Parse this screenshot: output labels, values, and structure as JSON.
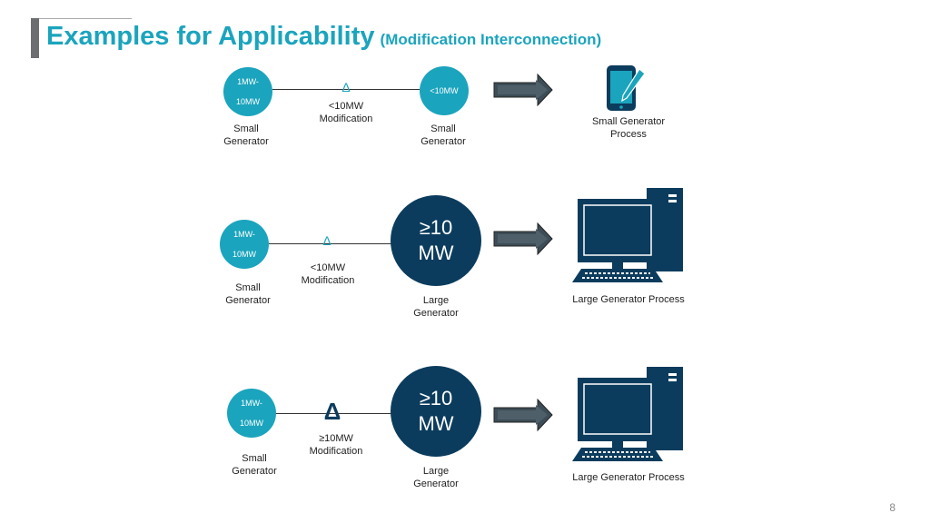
{
  "title": {
    "main": "Examples for Applicability",
    "sub": "(Modification Interconnection)"
  },
  "rows": [
    {
      "left_circle": {
        "line1": "1MW-",
        "line2": "10MW"
      },
      "left_label": {
        "line1": "Small",
        "line2": "Generator"
      },
      "mod_label": {
        "line1": "<10MW",
        "line2": "Modification"
      },
      "right_circle": {
        "line1": "<10MW",
        "line2": ""
      },
      "right_label": {
        "line1": "Small",
        "line2": "Generator"
      },
      "process": {
        "line1": "Small Generator",
        "line2": "Process"
      },
      "process_icon": "tablet-icon"
    },
    {
      "left_circle": {
        "line1": "1MW-",
        "line2": "10MW"
      },
      "left_label": {
        "line1": "Small",
        "line2": "Generator"
      },
      "mod_label": {
        "line1": "<10MW",
        "line2": "Modification"
      },
      "right_circle": {
        "line1": "≥10",
        "line2": "MW"
      },
      "right_label": {
        "line1": "Large",
        "line2": "Generator"
      },
      "process": {
        "line1": "Large Generator Process",
        "line2": ""
      },
      "process_icon": "desktop-computer-icon"
    },
    {
      "left_circle": {
        "line1": "1MW-",
        "line2": "10MW"
      },
      "left_label": {
        "line1": "Small",
        "line2": "Generator"
      },
      "mod_label": {
        "line1": "≥10MW",
        "line2": "Modification"
      },
      "right_circle": {
        "line1": "≥10",
        "line2": "MW"
      },
      "right_label": {
        "line1": "Large",
        "line2": "Generator"
      },
      "process": {
        "line1": "Large Generator Process",
        "line2": ""
      },
      "process_icon": "desktop-computer-icon"
    }
  ],
  "delta_symbol": "Δ",
  "page_number": "8",
  "colors": {
    "accent": "#1ba4bd",
    "dark_blue": "#0b3c5d",
    "arrow": "#3d4d57"
  }
}
